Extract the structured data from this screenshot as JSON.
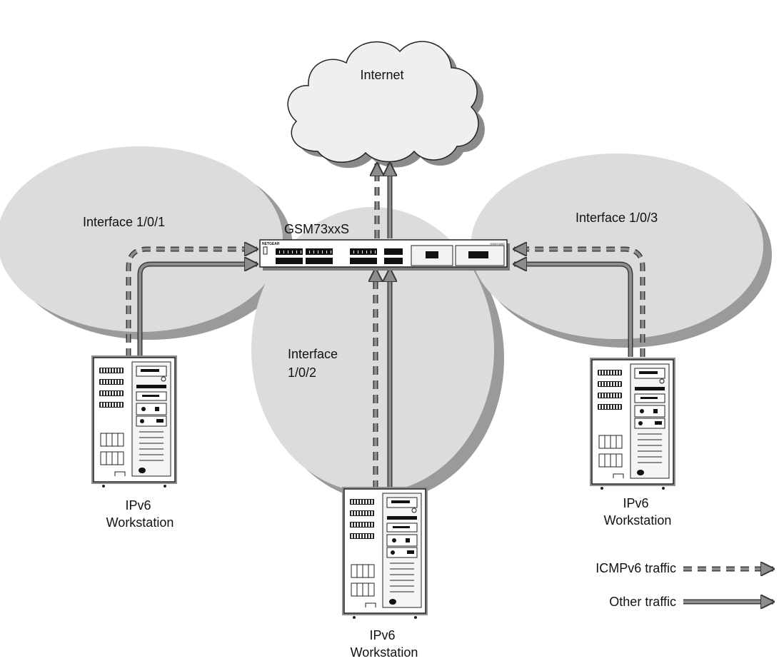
{
  "cloud": {
    "label": "Internet"
  },
  "switch": {
    "label": "GSM73xxS",
    "brand": "NETGEAR",
    "model_badge": "GSM7328S"
  },
  "interfaces": [
    {
      "name": "interface-1",
      "label": "Interface 1/0/1",
      "lines": [
        "Interface 1/0/1"
      ]
    },
    {
      "name": "interface-2",
      "label": "Interface 1/0/2",
      "lines": [
        "Interface",
        "1/0/2"
      ]
    },
    {
      "name": "interface-3",
      "label": "Interface 1/0/3",
      "lines": [
        "Interface 1/0/3"
      ]
    }
  ],
  "workstations": [
    {
      "name": "workstation-1",
      "label_line1": "IPv6",
      "label_line2": "Workstation"
    },
    {
      "name": "workstation-2",
      "label_line1": "IPv6",
      "label_line2": "Workstation"
    },
    {
      "name": "workstation-3",
      "label_line1": "IPv6",
      "label_line2": "Workstation"
    }
  ],
  "legend": {
    "icmp_label": "ICMPv6 traffic",
    "other_label": "Other traffic"
  },
  "colors": {
    "bubble": "#dcdcdc",
    "bubble_shadow": "#9a9a9a",
    "cloud": "#efefef",
    "arrow": "#8c8c8c",
    "arrow_outline": "#3a3a3a"
  }
}
